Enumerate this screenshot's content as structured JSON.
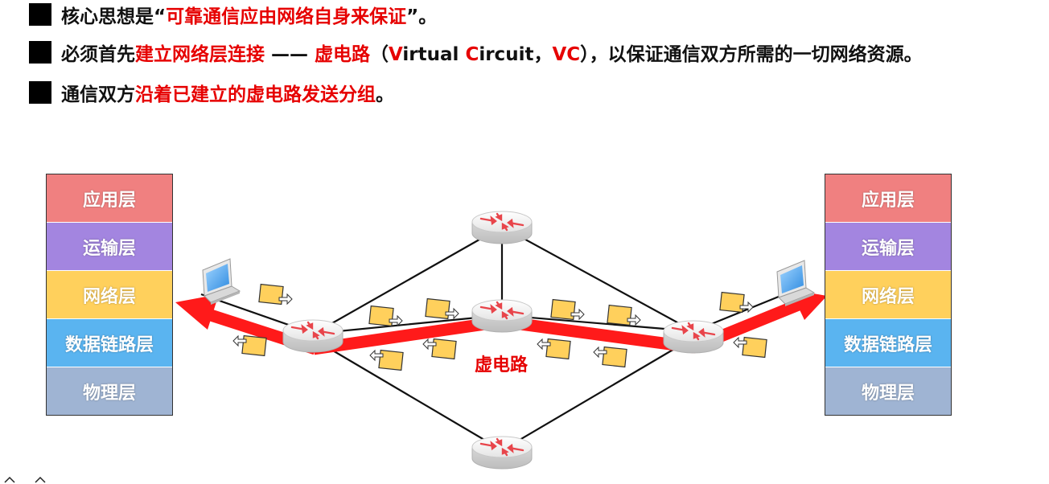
{
  "bullets": [
    {
      "parts": [
        {
          "text": "核心思想是",
          "red": false
        },
        {
          "text": "“",
          "red": false
        },
        {
          "text": "可靠通信应由网络自身来保证",
          "red": true
        },
        {
          "text": "”。",
          "red": false
        }
      ]
    },
    {
      "parts": [
        {
          "text": "必须首先",
          "red": false
        },
        {
          "text": "建立网络层连接",
          "red": true
        },
        {
          "text": " —— ",
          "red": false
        },
        {
          "text": "虚电路",
          "red": true
        },
        {
          "text": "（",
          "red": false
        },
        {
          "text": "V",
          "red": true
        },
        {
          "text": "irtual ",
          "red": false
        },
        {
          "text": "C",
          "red": true
        },
        {
          "text": "ircuit，",
          "red": false
        },
        {
          "text": "VC",
          "red": true
        },
        {
          "text": "），以保证通信双方所需的一切网络资源。",
          "red": false
        }
      ]
    },
    {
      "parts": [
        {
          "text": "通信双方",
          "red": false
        },
        {
          "text": "沿着已建立的虚电路发送分组",
          "red": true
        },
        {
          "text": "。",
          "red": false
        }
      ]
    }
  ],
  "left_stack": {
    "layers": [
      {
        "name": "应用层",
        "color": "#f08080"
      },
      {
        "name": "运输层",
        "color": "#a385e0"
      },
      {
        "name": "网络层",
        "color": "#ffd05c"
      },
      {
        "name": "数据链路层",
        "color": "#5ab4f0"
      },
      {
        "name": "物理层",
        "color": "#9fb4d3"
      }
    ]
  },
  "right_stack": {
    "layers": [
      {
        "name": "应用层",
        "color": "#f08080"
      },
      {
        "name": "运输层",
        "color": "#a385e0"
      },
      {
        "name": "网络层",
        "color": "#ffd05c"
      },
      {
        "name": "数据链路层",
        "color": "#5ab4f0"
      },
      {
        "name": "物理层",
        "color": "#9fb4d3"
      }
    ]
  },
  "diagram": {
    "vc_label": "虚电路",
    "vc_color": "#ff1a1a",
    "packet_color": "#ffd05c",
    "router_icon": "router-icon",
    "laptop_icon": "laptop-icon",
    "packet_icon": "packet-icon"
  }
}
